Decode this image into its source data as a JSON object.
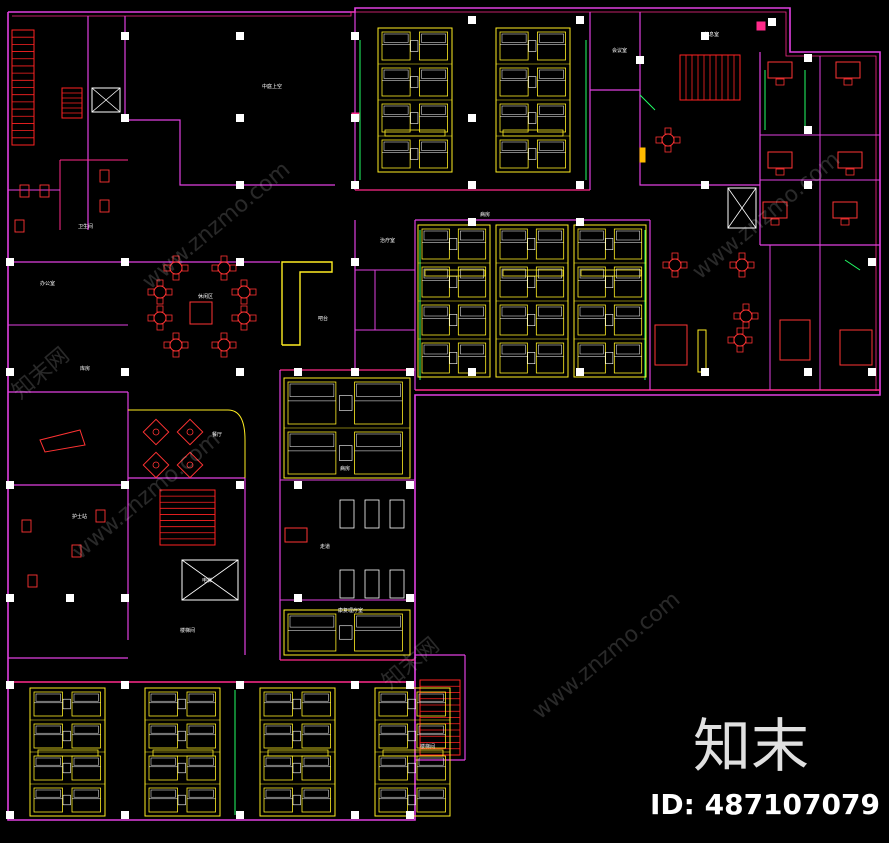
{
  "colors": {
    "background": "#000000",
    "wall_magenta": "#e040e0",
    "wall_pink": "#ff2a8a",
    "fixture_yellow": "#ffee22",
    "furniture_red": "#ff3333",
    "accent_green": "#22ff66",
    "column_white": "#ffffff",
    "stair_red": "#ff2222"
  },
  "watermark": {
    "text": "www.znzmo.com",
    "cn_text": "知末网"
  },
  "brand": {
    "logo_text": "知末",
    "id_text": "ID: 487107079"
  },
  "rooms": {
    "void_top": "中庭上空",
    "lounge": "休闲区",
    "dining": "餐厅",
    "bar": "吧台",
    "office": "办公室",
    "storage": "库房",
    "stair_hall": "楼梯间",
    "elevator": "电梯",
    "corridor": "走道",
    "toilet": "卫生间",
    "nurse": "护士站",
    "treatment": "治疗室",
    "ward_a": "病房",
    "ward_b": "病房",
    "massage": "康复理疗室",
    "meeting": "会议室",
    "rest": "休息室"
  },
  "icons": {
    "stair": "stair-icon",
    "elevator": "elevator-icon",
    "table": "dining-table-icon",
    "bed": "bed-icon",
    "sofa": "sofa-icon",
    "column": "column-icon"
  }
}
